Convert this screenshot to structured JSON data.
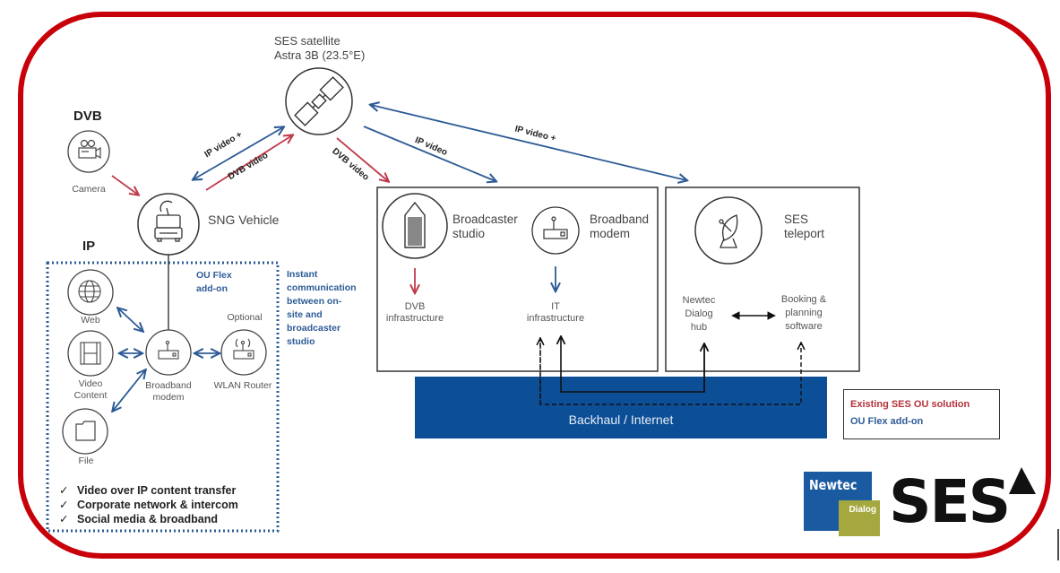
{
  "satellite": {
    "line1": "SES satellite",
    "line2": "Astra 3B (23.5°E)",
    "icon": "satellite-icon"
  },
  "dvb_section": {
    "heading": "DVB",
    "camera_label": "Camera",
    "camera_icon": "video-camera-icon"
  },
  "sng": {
    "label": "SNG Vehicle",
    "icon": "sng-truck-icon"
  },
  "links": {
    "sng_sat_ip": "IP video +",
    "sng_sat_dvb": "DVB video",
    "sat_studio_dvb": "DVB video",
    "sat_modem_ip": "IP video",
    "sat_teleport_ip": "IP video +"
  },
  "ip_section": {
    "heading": "IP",
    "flex_label_1": "OU Flex",
    "flex_label_2": "add-on",
    "web_label": "Web",
    "video_label_1": "Video",
    "video_label_2": "Content",
    "file_label": "File",
    "modem_label_1": "Broadband",
    "modem_label_2": "modem",
    "optional_label": "Optional",
    "router_label": "WLAN Router",
    "checklist": [
      "Video over IP content transfer",
      "Corporate network & intercom",
      "Social media & broadband"
    ],
    "check_icon": "✓"
  },
  "instant_note": [
    "Instant",
    "communication",
    "between on-",
    "site and",
    "broadcaster",
    "studio"
  ],
  "broadcaster_box": {
    "studio_1": "Broadcaster",
    "studio_2": "studio",
    "modem_1": "Broadband",
    "modem_2": "modem",
    "dvb_infra_1": "DVB",
    "dvb_infra_2": "infrastructure",
    "it_infra_1": "IT",
    "it_infra_2": "infrastructure"
  },
  "teleport_box": {
    "title_1": "SES",
    "title_2": "teleport",
    "hub_1": "Newtec",
    "hub_2": "Dialog",
    "hub_3": "hub",
    "booking_1": "Booking &",
    "booking_2": "planning",
    "booking_3": "software"
  },
  "backhaul": {
    "label": "Backhaul / Internet"
  },
  "legend": {
    "existing": "Existing SES OU solution",
    "addon": "OU Flex add-on"
  },
  "logos": {
    "newtec": "Newtec",
    "dialog": "Dialog",
    "ses": "SES"
  },
  "colors": {
    "frame_red": "#c8000a",
    "ip_blue": "#2d5b96",
    "dvb_red": "#c0394a",
    "backhaul_blue": "#0c4f97",
    "dialog_olive": "#a4a83e"
  }
}
